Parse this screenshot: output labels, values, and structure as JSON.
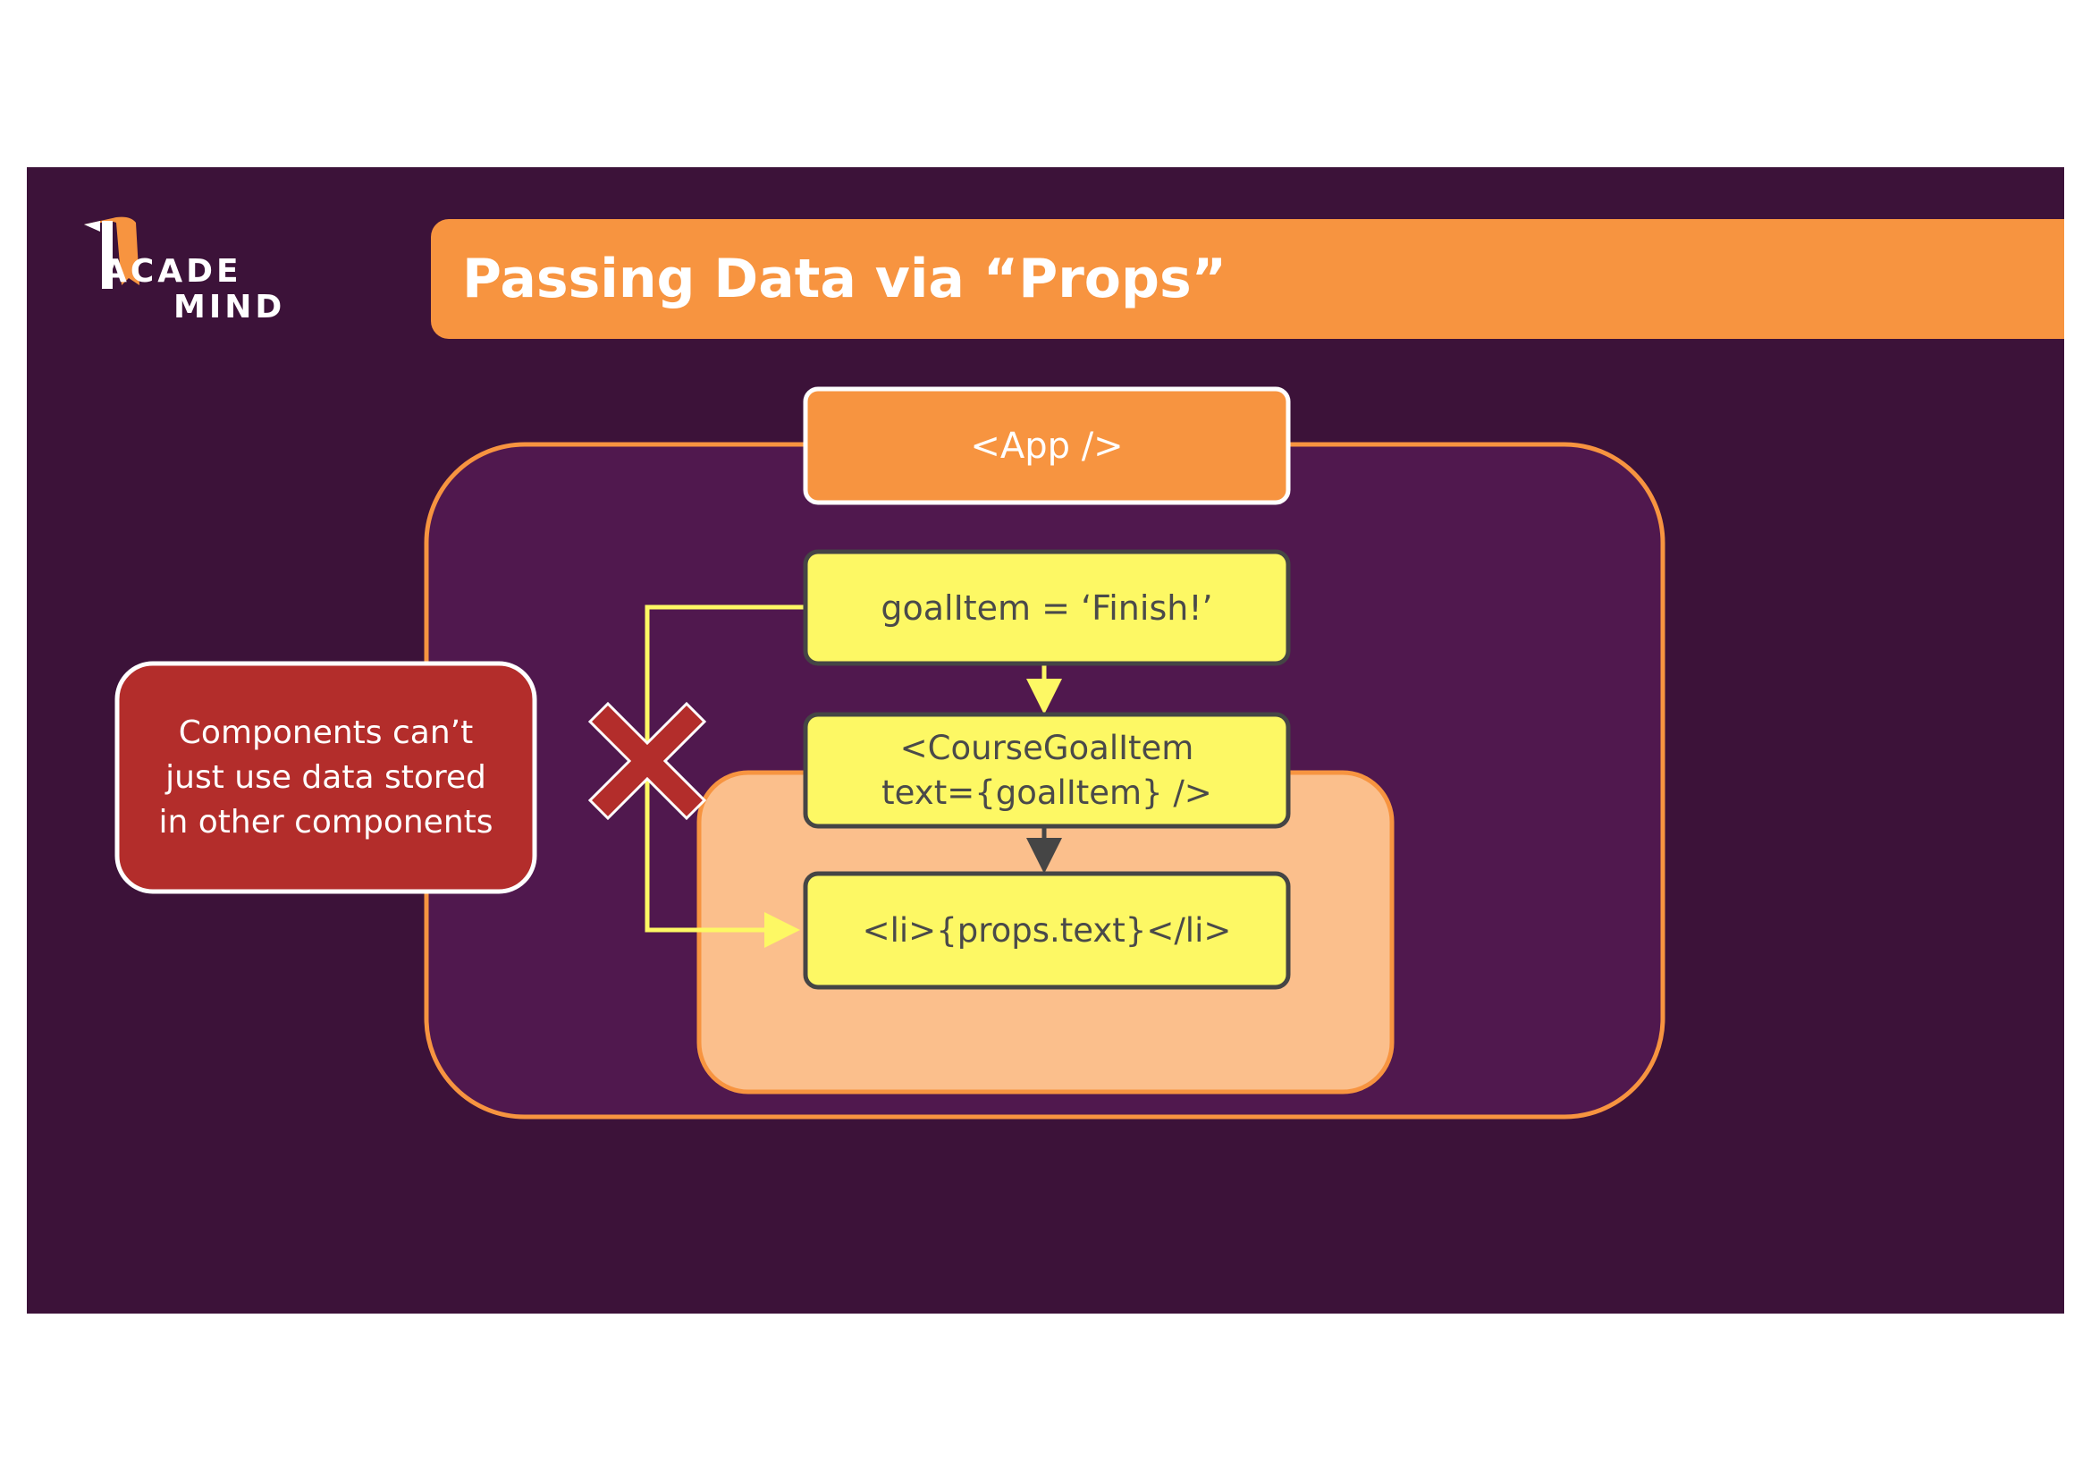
{
  "logo": {
    "line1": "ACADE",
    "line2": "MIND"
  },
  "title": "Passing Data via “Props”",
  "nodes": {
    "app": "<App />",
    "state": "goalItem = ‘Finish!’",
    "course_goal_item": "<CourseGoalItem\ntext={goalItem} />",
    "li": "<li>{props.text}</li>"
  },
  "callout": "Components can’t\njust use data stored\nin other components",
  "colors": {
    "background": "#3c1239",
    "title_bar": "#f79440",
    "outer_container": "#50184e",
    "inner_container": "#fbbf8c",
    "node_yellow": "#fdf864",
    "callout_red": "#b32d2b",
    "arrow_yellow": "#fdf864"
  }
}
